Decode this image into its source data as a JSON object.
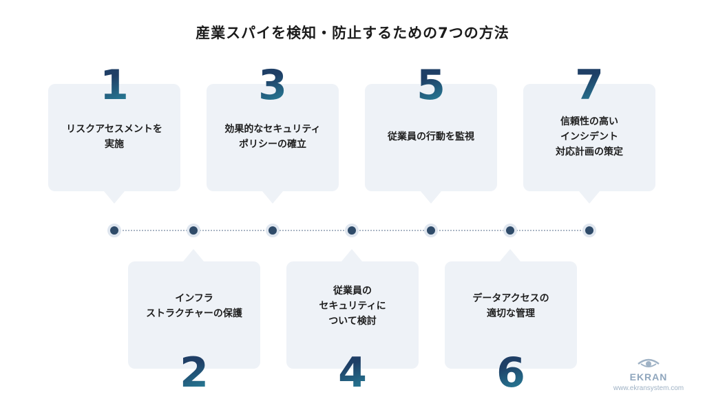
{
  "title": "産業スパイを検知・防止するための7つの方法",
  "colors": {
    "card_bg": "#eef2f7",
    "dot": "#2f4b69",
    "number_gradient_dark": "#1f3f66",
    "number_gradient_teal": "#2a93a8"
  },
  "steps": [
    {
      "number": "1",
      "text": "リスクアセスメントを\n実施"
    },
    {
      "number": "2",
      "text": "インフラ\nストラクチャーの保護"
    },
    {
      "number": "3",
      "text": "効果的なセキュリティ\nポリシーの確立"
    },
    {
      "number": "4",
      "text": "従業員の\nセキュリティに\nついて検討"
    },
    {
      "number": "5",
      "text": "従業員の行動を監視"
    },
    {
      "number": "6",
      "text": "データアクセスの\n適切な管理"
    },
    {
      "number": "7",
      "text": "信頼性の高い\nインシデント\n対応計画の策定"
    }
  ],
  "logo": {
    "icon": "eye-icon",
    "brand": "EKRAN",
    "url": "www.ekransystem.com"
  }
}
